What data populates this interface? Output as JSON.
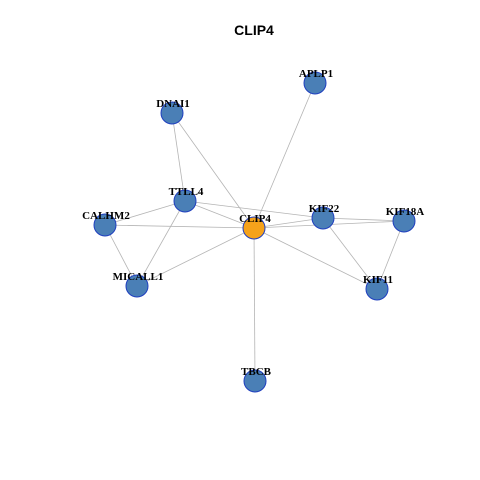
{
  "title": "CLIP4",
  "colors": {
    "center_node": "#f5a21b",
    "node": "#4a7fb6",
    "node_border": "#1f3fbf",
    "edge": "#b4b4b4"
  },
  "nodes": [
    {
      "id": "CLIP4",
      "label": "CLIP4",
      "center": true
    },
    {
      "id": "APLP1",
      "label": "APLP1"
    },
    {
      "id": "DNAI1",
      "label": "DNAI1"
    },
    {
      "id": "TTLL4",
      "label": "TTLL4"
    },
    {
      "id": "CALHM2",
      "label": "CALHM2"
    },
    {
      "id": "KIF22",
      "label": "KIF22"
    },
    {
      "id": "KIF18A",
      "label": "KIF18A"
    },
    {
      "id": "MICALL1",
      "label": "MICALL1"
    },
    {
      "id": "KIF11",
      "label": "KIF11"
    },
    {
      "id": "TBCB",
      "label": "TBCB"
    }
  ],
  "edges": [
    [
      "CLIP4",
      "APLP1"
    ],
    [
      "CLIP4",
      "DNAI1"
    ],
    [
      "CLIP4",
      "TTLL4"
    ],
    [
      "CLIP4",
      "CALHM2"
    ],
    [
      "CLIP4",
      "KIF22"
    ],
    [
      "CLIP4",
      "KIF18A"
    ],
    [
      "CLIP4",
      "MICALL1"
    ],
    [
      "CLIP4",
      "KIF11"
    ],
    [
      "CLIP4",
      "TBCB"
    ],
    [
      "DNAI1",
      "TTLL4"
    ],
    [
      "TTLL4",
      "CALHM2"
    ],
    [
      "TTLL4",
      "MICALL1"
    ],
    [
      "TTLL4",
      "KIF22"
    ],
    [
      "CALHM2",
      "MICALL1"
    ],
    [
      "KIF22",
      "KIF18A"
    ],
    [
      "KIF22",
      "KIF11"
    ],
    [
      "KIF18A",
      "KIF11"
    ]
  ]
}
